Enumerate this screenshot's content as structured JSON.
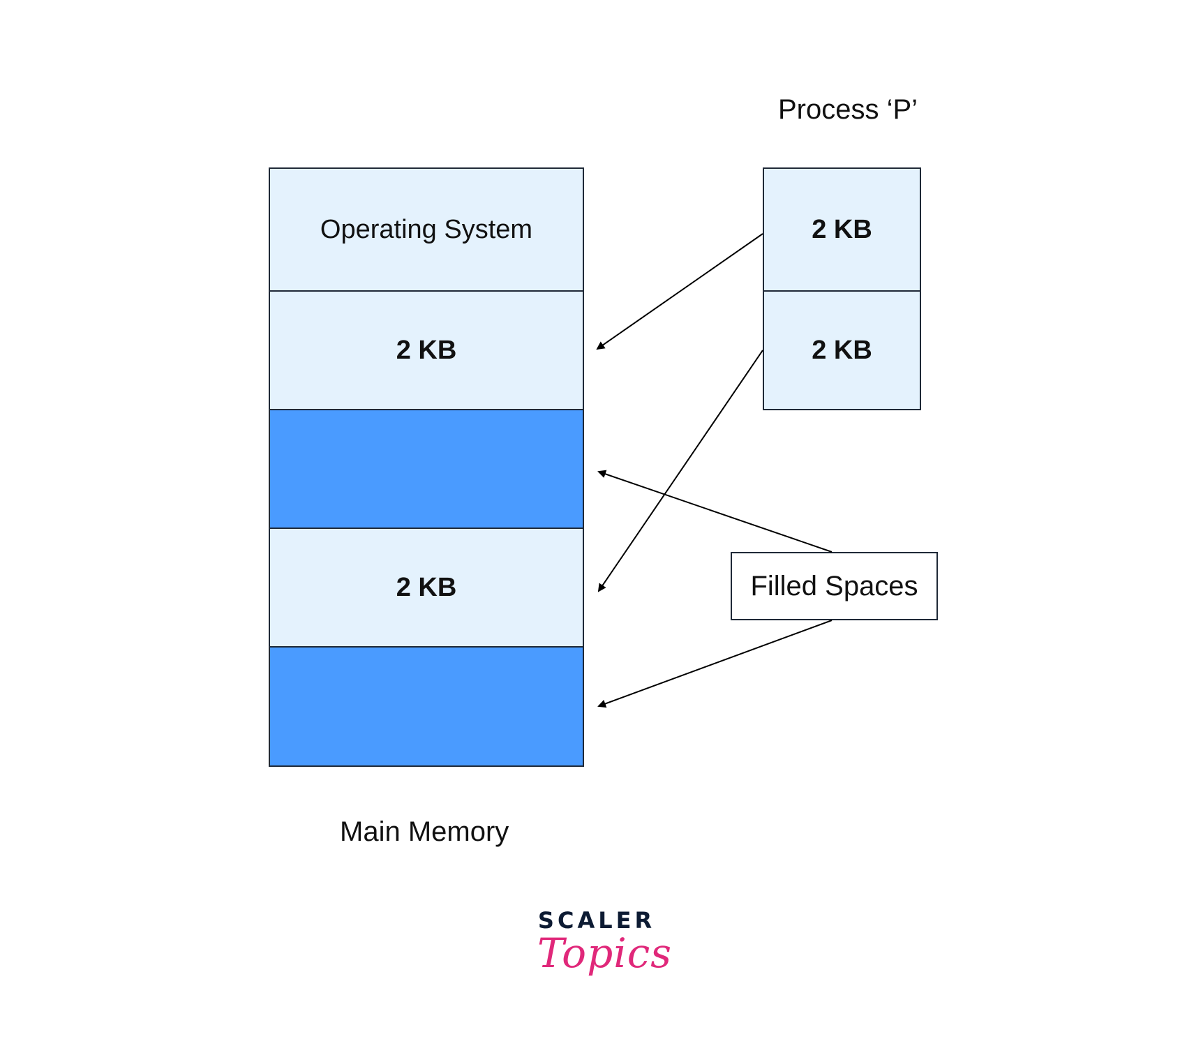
{
  "process": {
    "title": "Process ‘P’",
    "pages": [
      {
        "label": "2 KB"
      },
      {
        "label": "2 KB"
      }
    ]
  },
  "main_memory": {
    "caption": "Main Memory",
    "blocks": [
      {
        "label": "Operating System",
        "state": "occupied"
      },
      {
        "label": "2 KB",
        "state": "allocated"
      },
      {
        "label": "",
        "state": "filled"
      },
      {
        "label": "2 KB",
        "state": "allocated"
      },
      {
        "label": "",
        "state": "filled"
      }
    ]
  },
  "callout": {
    "label": "Filled Spaces"
  },
  "colors": {
    "light_block": "#e4f2fd",
    "filled_block": "#4a9bff",
    "logo_pink": "#e0287a",
    "logo_navy": "#0d1b33"
  },
  "logo": {
    "top": "SCALER",
    "bottom": "Topics"
  }
}
